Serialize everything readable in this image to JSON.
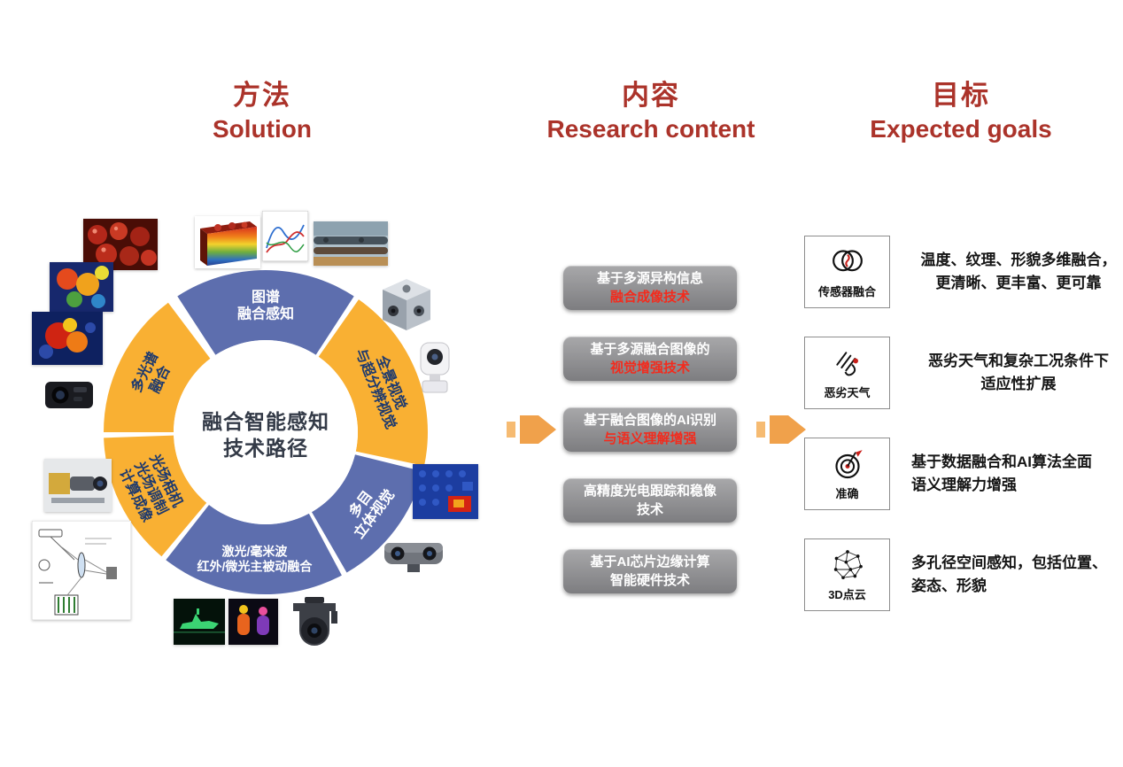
{
  "headers": {
    "solution": {
      "zh": "方法",
      "en": "Solution"
    },
    "content": {
      "zh": "内容",
      "en": "Research content"
    },
    "goals": {
      "zh": "目标",
      "en": "Expected goals"
    }
  },
  "colors": {
    "header_red": "#ab332a",
    "ring_blue": "#5d6eae",
    "ring_yellow": "#f9b033",
    "ring_text_navy": "#1e3a6e",
    "highlight_red": "#f32b1d",
    "arrow_orange": "#f0a14b",
    "arrow_tail_orange": "#f6bb72",
    "box_gray": "#8a8a8a"
  },
  "solution": {
    "center_lines": [
      "融合智能感知",
      "技术路径"
    ],
    "segments": [
      {
        "name": "map-spectrum-fusion",
        "lines": [
          "图谱",
          "融合感知"
        ],
        "a0": -33,
        "a1": 33,
        "color": "blue",
        "rot": 0
      },
      {
        "name": "panoramic-superres",
        "lines": [
          "全景视觉",
          "与超分辨视觉"
        ],
        "a0": 35,
        "a1": 102,
        "color": "yellow",
        "rot": 68
      },
      {
        "name": "multi-eye-stereo",
        "lines": [
          "多目",
          "立体视觉"
        ],
        "a0": 104,
        "a1": 150,
        "color": "blue",
        "rot": -53
      },
      {
        "name": "laser-mmwave-fusion",
        "lines": [
          "激光/毫米波",
          "红外/微光主被动融合"
        ],
        "a0": 152,
        "a1": 218,
        "color": "blue",
        "rot": 0
      },
      {
        "name": "lightfield-imaging",
        "lines": [
          "光场相机",
          "光场调制",
          "计算成像"
        ],
        "a0": 220,
        "a1": 268,
        "color": "yellow",
        "rot": 64
      },
      {
        "name": "multispectral-fusion",
        "lines": [
          "多光谱",
          "融合"
        ],
        "a0": 270,
        "a1": 323,
        "color": "yellow",
        "rot": -64
      }
    ]
  },
  "research": {
    "boxes": [
      {
        "lines": [
          {
            "text": "基于多源异构信息",
            "highlight": false
          },
          {
            "text": "融合成像技术",
            "highlight": true
          }
        ]
      },
      {
        "lines": [
          {
            "text": "基于多源融合图像的",
            "highlight": false
          },
          {
            "text": "视觉增强技术",
            "highlight": true
          }
        ]
      },
      {
        "lines": [
          {
            "text": "基于融合图像的AI识别",
            "highlight": false
          },
          {
            "text": "与语义理解增强",
            "highlight": true
          }
        ]
      },
      {
        "lines": [
          {
            "text": "高精度光电跟踪和稳像",
            "highlight": false
          },
          {
            "text": "技术",
            "highlight": false
          }
        ]
      },
      {
        "lines": [
          {
            "text": "基于AI芯片边缘计算",
            "highlight": false
          },
          {
            "text": "智能硬件技术",
            "highlight": false
          }
        ]
      }
    ]
  },
  "goals": {
    "items": [
      {
        "icon": "sensor-fusion-icon",
        "label": "传感器融合",
        "align": "center",
        "desc": [
          "温度、纹理、形貌多维融合，",
          "更清晰、更丰富、更可靠"
        ]
      },
      {
        "icon": "bad-weather-icon",
        "label": "恶劣天气",
        "align": "center",
        "desc": [
          "恶劣天气和复杂工况条件下",
          "适应性扩展"
        ]
      },
      {
        "icon": "target-icon",
        "label": "准确",
        "align": "left",
        "desc": [
          "基于数据融合和AI算法全面",
          "语义理解力增强"
        ]
      },
      {
        "icon": "point-cloud-icon",
        "label": "3D点云",
        "align": "left",
        "desc": [
          "多孔径空间感知，包括位置、",
          "姿态、形貌"
        ]
      }
    ]
  }
}
